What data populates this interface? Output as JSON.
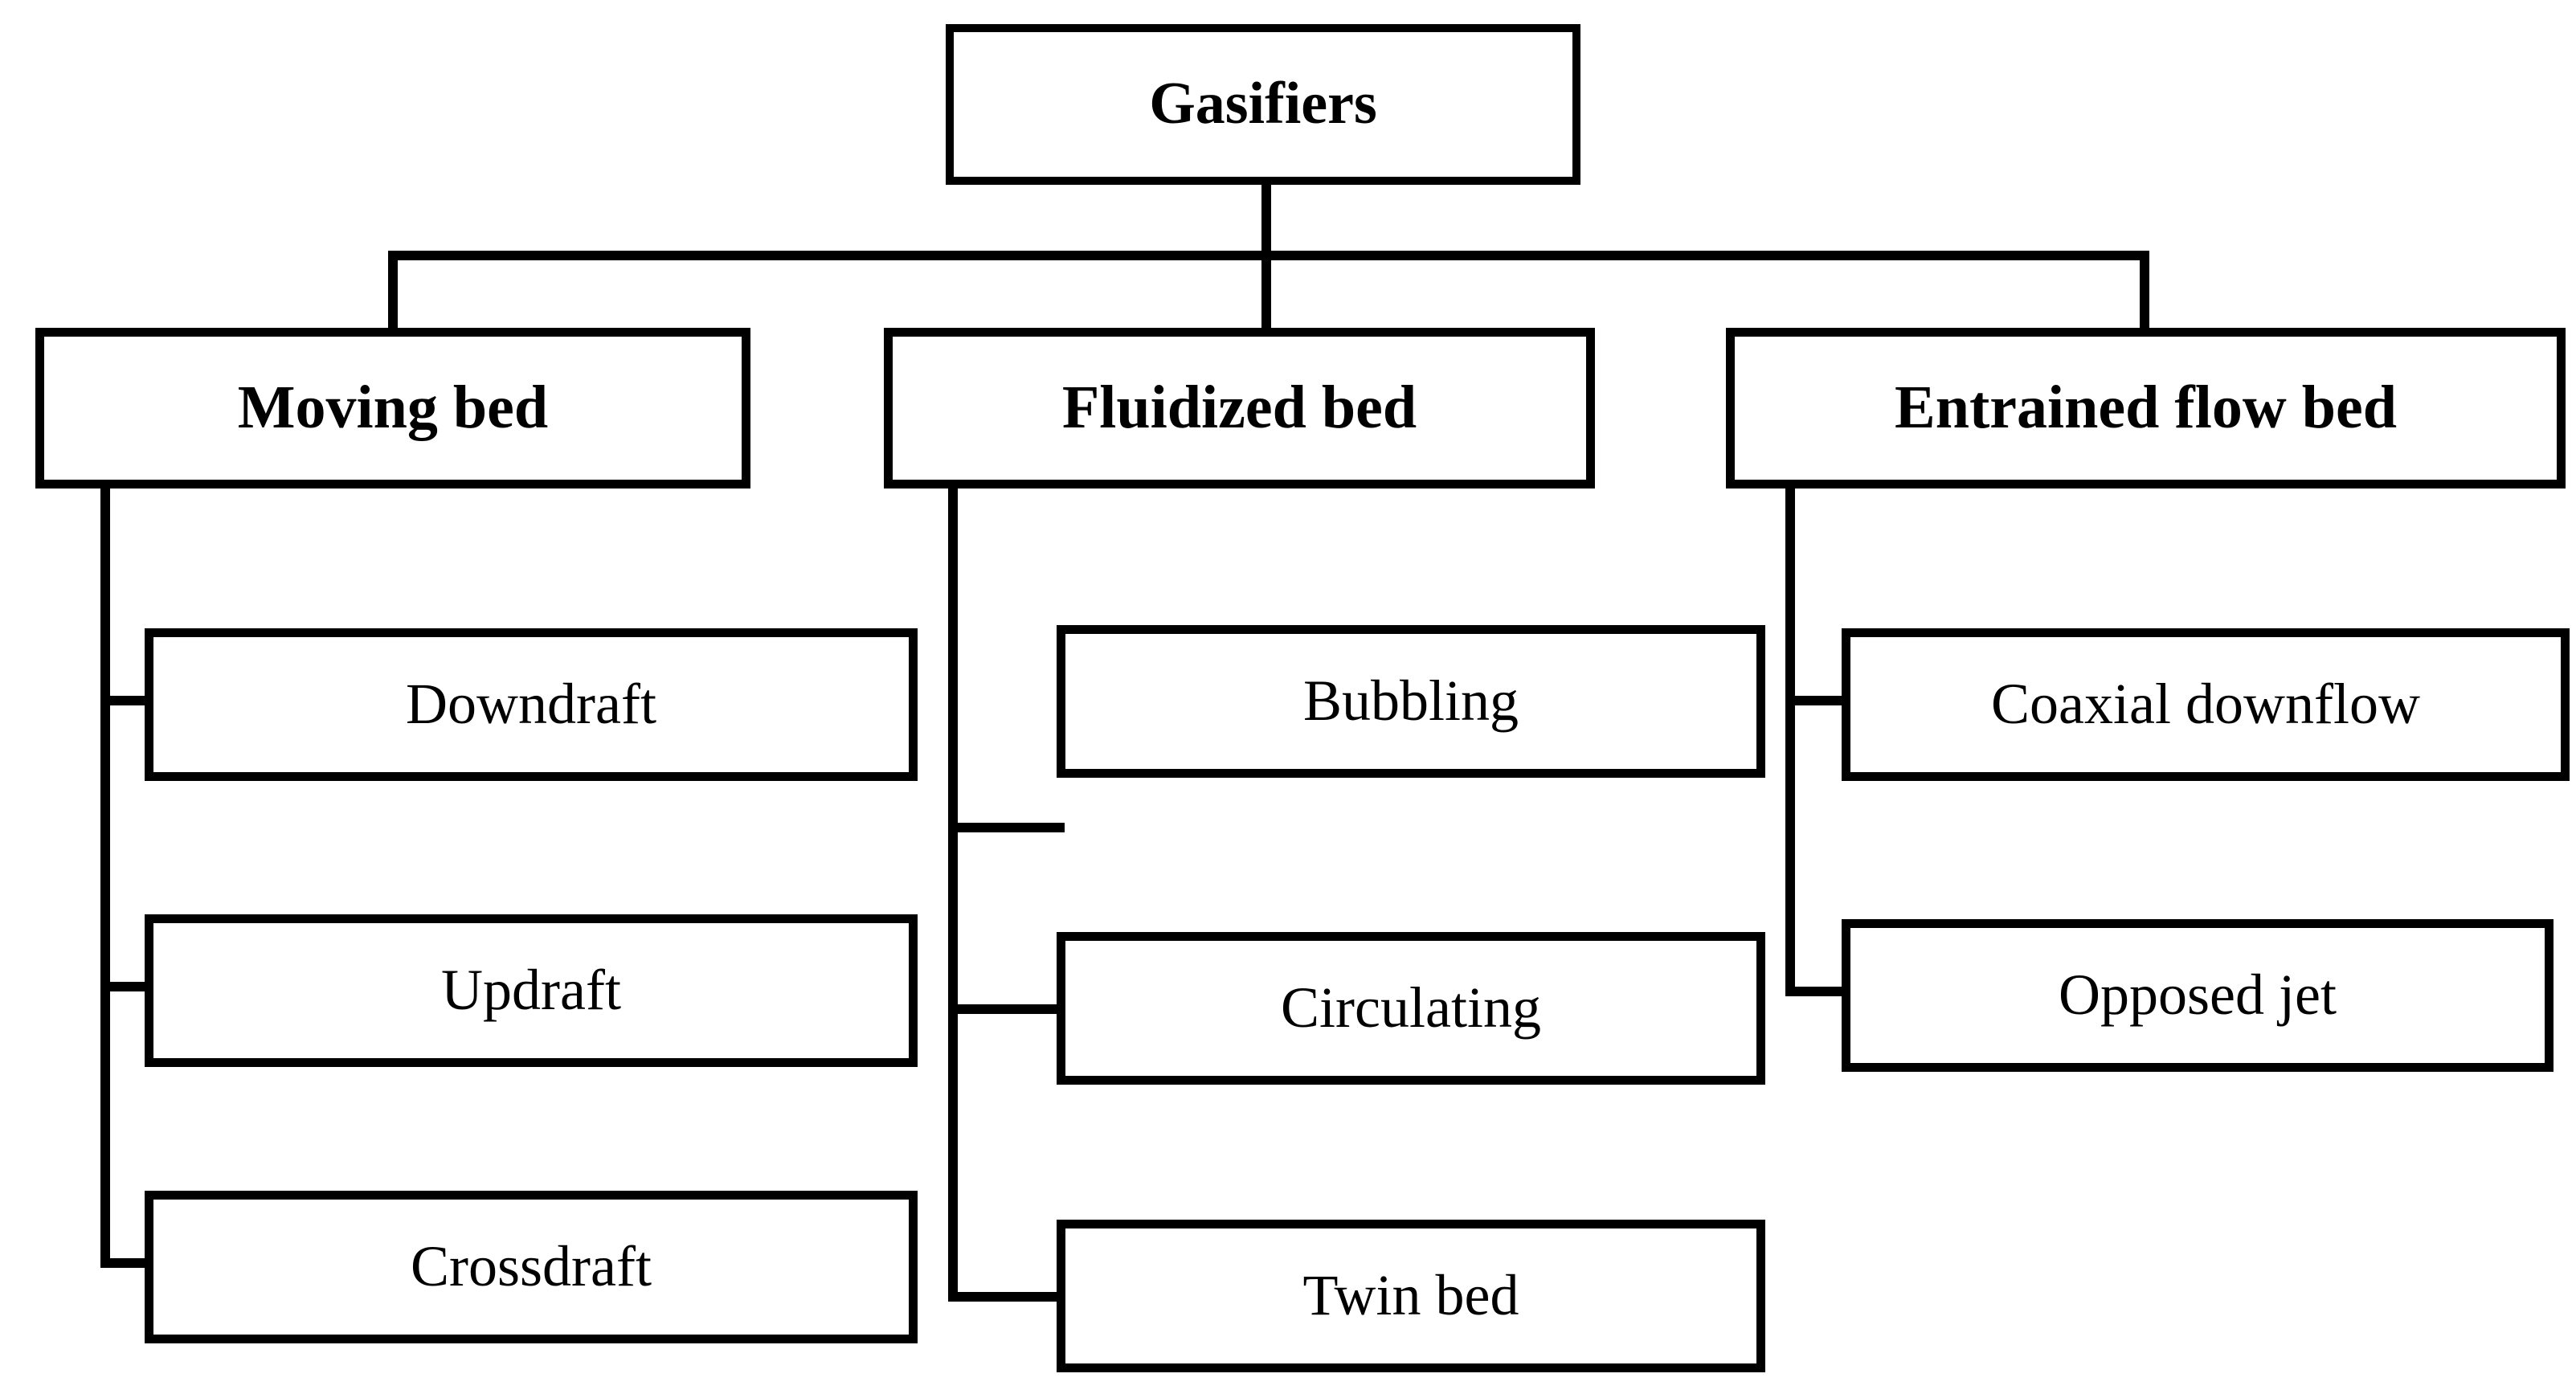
{
  "diagram": {
    "type": "hierarchy-tree",
    "title": "Gasifiers",
    "orientation": "top-down",
    "colors": {
      "background": "#ffffff",
      "stroke": "#000000",
      "text": "#000000",
      "box_fill": "#ffffff"
    },
    "root": {
      "label": "Gasifiers"
    },
    "branches": [
      {
        "label": "Moving bed",
        "children": [
          {
            "label": "Downdraft"
          },
          {
            "label": "Updraft"
          },
          {
            "label": "Crossdraft"
          }
        ]
      },
      {
        "label": "Fluidized bed",
        "children": [
          {
            "label": "Bubbling"
          },
          {
            "label": "Circulating"
          },
          {
            "label": "Twin bed"
          }
        ]
      },
      {
        "label": "Entrained flow bed",
        "children": [
          {
            "label": "Coaxial downflow"
          },
          {
            "label": "Opposed jet"
          }
        ]
      }
    ]
  }
}
